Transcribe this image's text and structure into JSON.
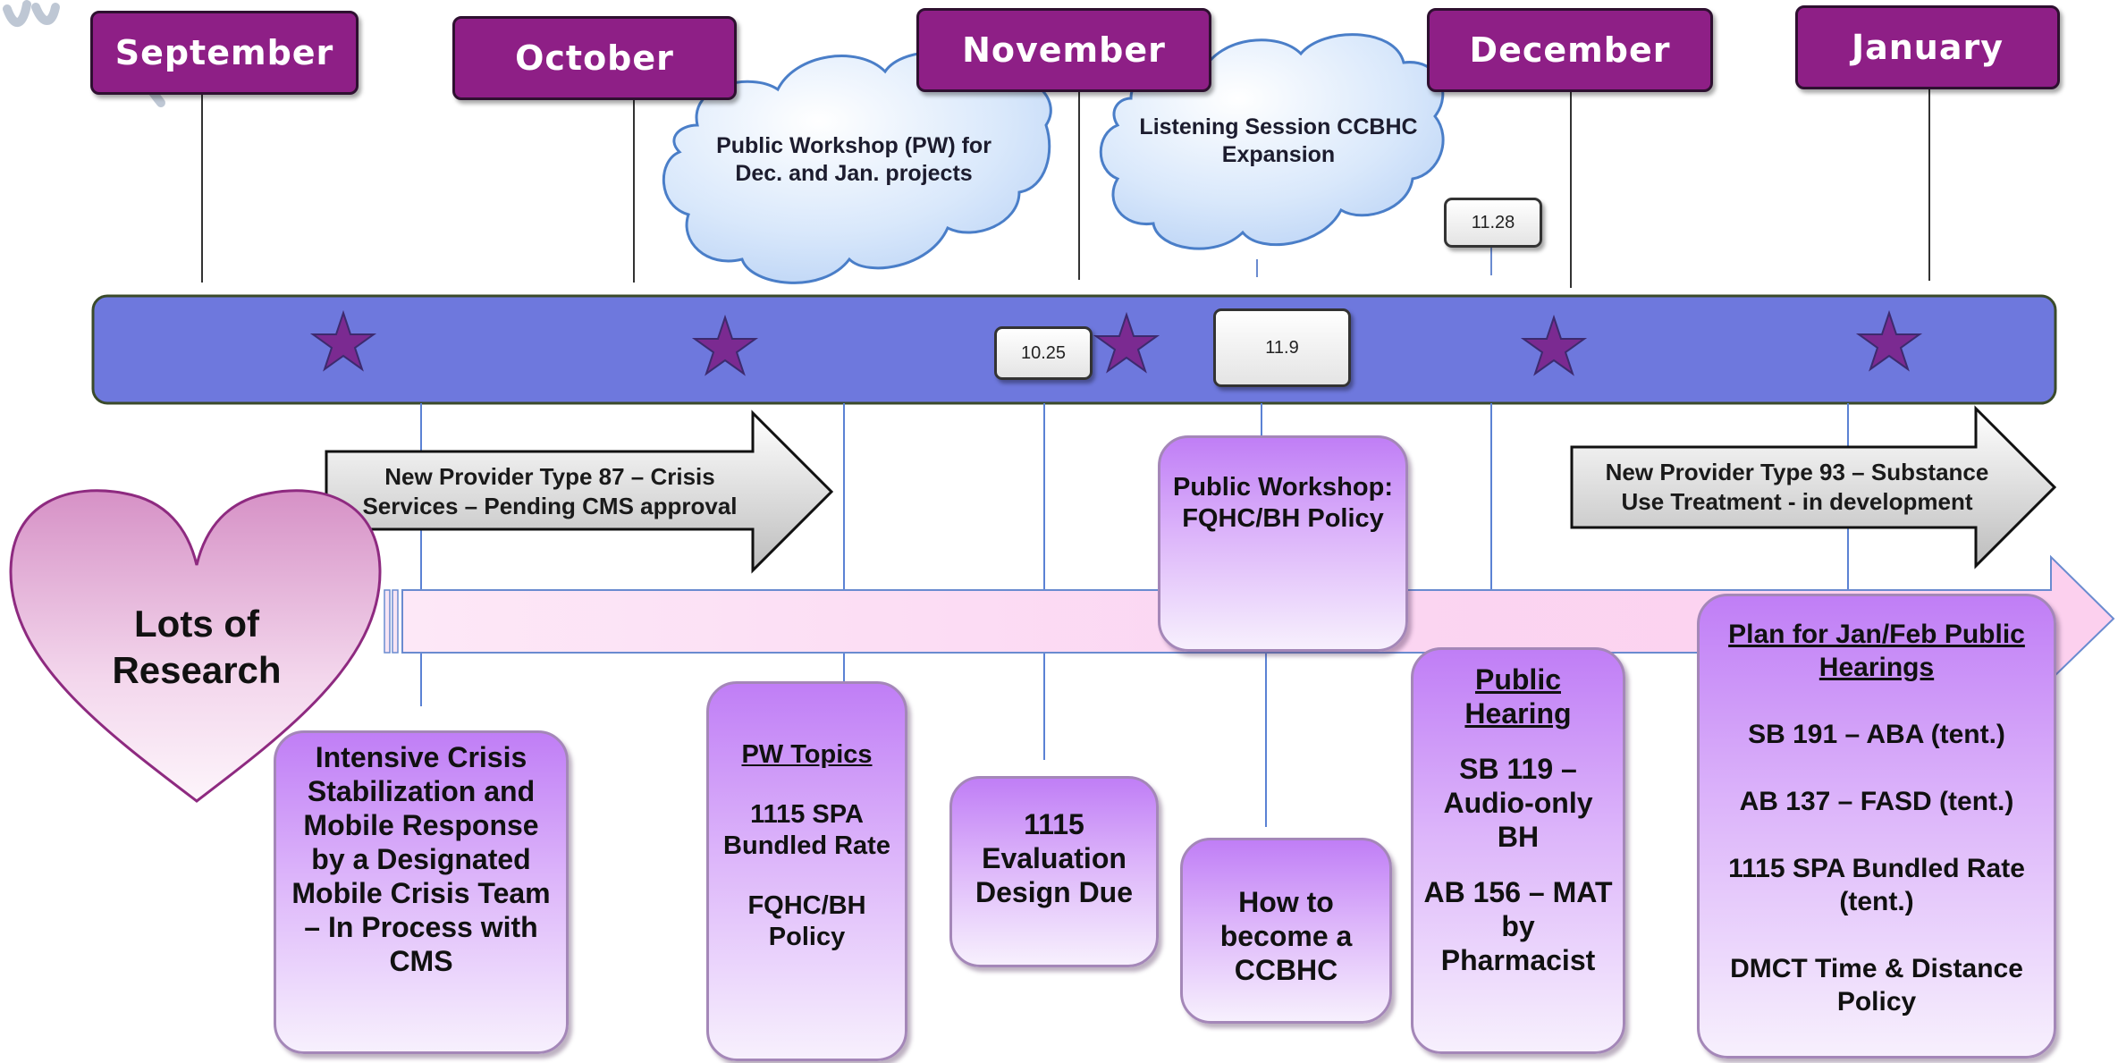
{
  "months": [
    "September",
    "October",
    "November",
    "December",
    "January"
  ],
  "clouds": {
    "public_workshop": "Public Workshop (PW) for Dec. and Jan. projects",
    "listening_session": "Listening Session CCBHC Expansion"
  },
  "dates": {
    "d1028": "11.28",
    "d1025": "10.25",
    "d119": "11.9"
  },
  "arrows": {
    "pt87": "New Provider Type 87 – Crisis Services – Pending CMS approval",
    "pt93": "New Provider Type 93 – Substance Use Treatment - in development"
  },
  "heart": "Lots of Research",
  "boxes": {
    "crisis": "Intensive Crisis Stabilization and Mobile Response by a Designated Mobile Crisis Team – In Process with CMS",
    "pw_topics": {
      "title": "PW Topics",
      "items": [
        "1115 SPA Bundled Rate",
        "FQHC/BH Policy"
      ]
    },
    "evaluation": "1115 Evaluation Design Due",
    "public_workshop_fqhc": "Public Workshop: FQHC/BH Policy",
    "ccbhc": "How to become a CCBHC",
    "public_hearing": {
      "title": "Public Hearing",
      "items": [
        "SB 119 – Audio-only BH",
        "AB 156 – MAT by Pharmacist"
      ]
    },
    "plan": {
      "title": "Plan for Jan/Feb Public Hearings",
      "items": [
        "SB 191 – ABA (tent.)",
        "AB 137 – FASD (tent.)",
        "1115 SPA Bundled Rate (tent.)",
        "DMCT Time & Distance Policy"
      ]
    }
  }
}
